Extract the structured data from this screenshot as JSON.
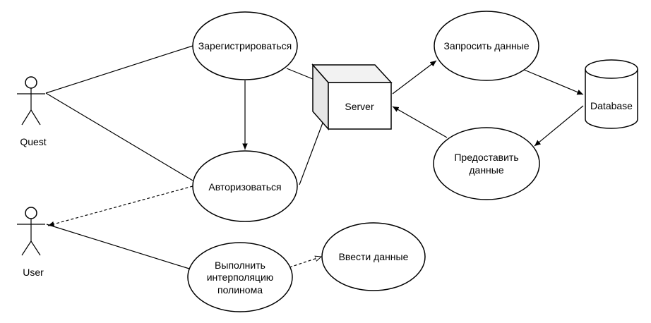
{
  "actors": {
    "quest": "Quest",
    "user": "User"
  },
  "usecases": {
    "register": "Зарегистрироваться",
    "authorize": "Авторизоваться",
    "interpolate": [
      "Выполнить",
      "интерполяцию",
      "полинома"
    ],
    "enter_data": "Ввести данные",
    "request_data": "Запросить данные",
    "provide_data": [
      "Предоставить",
      "данные"
    ]
  },
  "nodes": {
    "server": "Server",
    "database": "Database"
  },
  "colors": {
    "stroke": "#000000",
    "fill": "#ffffff",
    "server_side": "#e6e6e6",
    "server_top": "#f2f2f2"
  }
}
